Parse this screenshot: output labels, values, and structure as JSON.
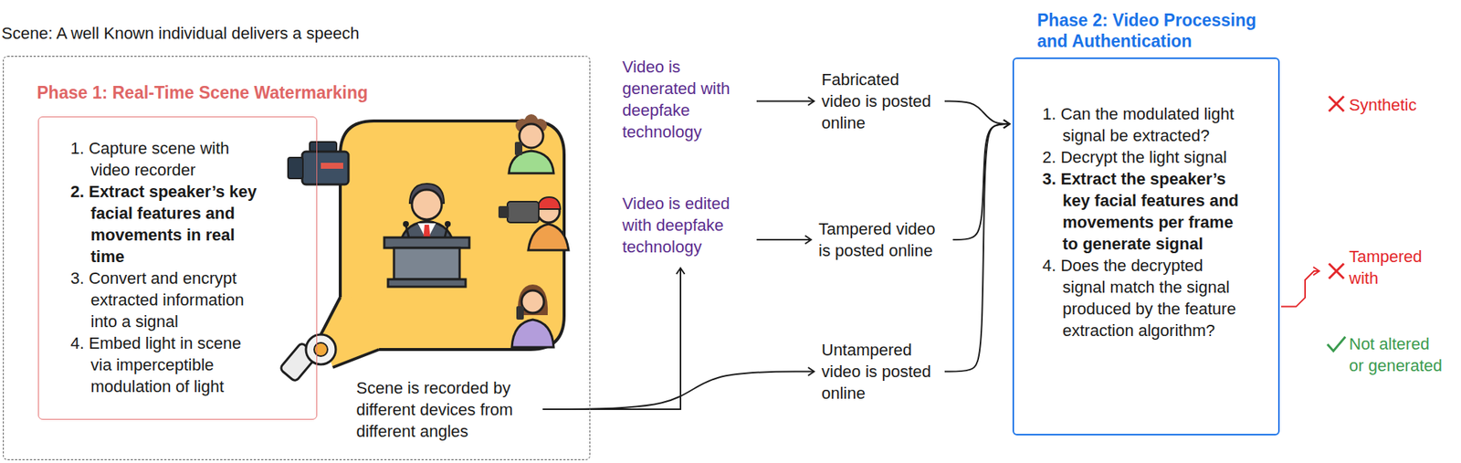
{
  "diagram": {
    "nodes": [
      {
        "text": [
          "Scene: A well Known individual delivers a speech"
        ]
      },
      {
        "text": [
          "Phase 1: Real-Time Scene Watermarking",
          "1. Capture scene with video recorder",
          "2. Extract speaker’s key facial features and movements in real time",
          "3. Convert and encrypt extracted information into a signal",
          "4. Embed light in scene via imperceptible modulation of light"
        ],
        "in": 0
      },
      {
        "text": [
          "Scene is recorded by different devices from different angles"
        ],
        "in": 0
      },
      {
        "text": [
          "Video is generated with deepfake technology"
        ]
      },
      {
        "text": [
          "Video is edited with deepfake technology"
        ]
      },
      {
        "text": [
          "Fabricated video is posted online"
        ]
      },
      {
        "text": [
          "Tampered video is posted online"
        ]
      },
      {
        "text": [
          "Untampered video is posted online"
        ]
      },
      {
        "text": [
          "Phase 2: Video Processing and Authentication",
          "1. Can the modulated light signal be extracted?",
          "2. Decrypt the light signal",
          "3. Extract the speaker’s key facial features and movements per frame to generate signal",
          "4. Does the decrypted signal match the signal produced by the feature extraction algorithm?"
        ]
      },
      {
        "text": [
          "Synthetic"
        ]
      },
      {
        "text": [
          "Tampered with"
        ]
      },
      {
        "text": [
          "Not altered or generated"
        ]
      }
    ],
    "edges": [
      {
        "from": 3,
        "to": 5,
        "arrow": "to"
      },
      {
        "from": 4,
        "to": 6,
        "arrow": "to"
      },
      {
        "from": 2,
        "to": 4,
        "arrow": "to"
      },
      {
        "from": 2,
        "to": 7,
        "arrow": "to"
      },
      {
        "from": 5,
        "to": 8,
        "arrow": "to"
      },
      {
        "from": 6,
        "to": 8,
        "arrow": "to"
      },
      {
        "from": 7,
        "to": 8,
        "arrow": "to"
      },
      {
        "from": 8,
        "to": 10,
        "arrow": "to"
      }
    ]
  }
}
